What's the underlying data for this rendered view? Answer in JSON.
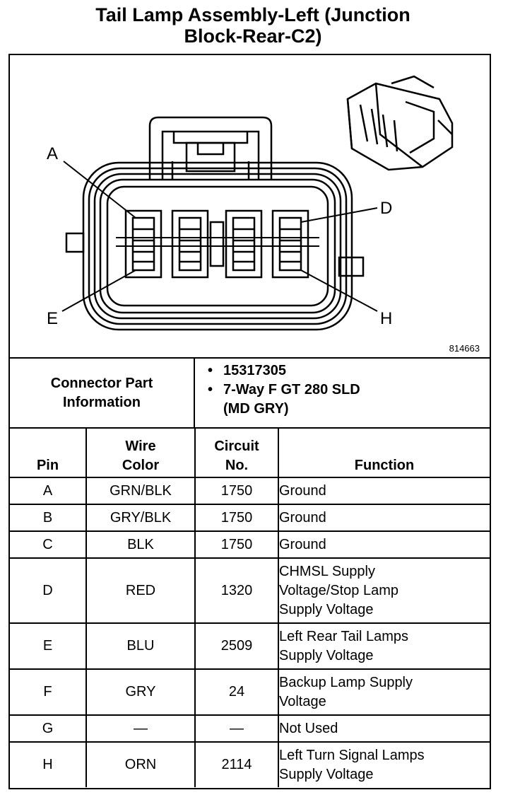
{
  "title": {
    "line1": "Tail Lamp Assembly-Left (Junction",
    "line2": "Block-Rear-C2)"
  },
  "diagram": {
    "pin_labels": {
      "a": "A",
      "d": "D",
      "e": "E",
      "h": "H"
    },
    "figure_code": "814663"
  },
  "connector_info": {
    "label_line1": "Connector Part",
    "label_line2": "Information",
    "items": [
      "15317305",
      "7-Way F GT 280 SLD",
      "(MD GRY)"
    ]
  },
  "table": {
    "headers": {
      "pin": "Pin",
      "wire_color_line1": "Wire",
      "wire_color_line2": "Color",
      "circuit_line1": "Circuit",
      "circuit_line2": "No.",
      "function": "Function"
    },
    "rows": [
      {
        "pin": "A",
        "wire": "GRN/BLK",
        "circuit": "1750",
        "function": [
          "Ground"
        ]
      },
      {
        "pin": "B",
        "wire": "GRY/BLK",
        "circuit": "1750",
        "function": [
          "Ground"
        ]
      },
      {
        "pin": "C",
        "wire": "BLK",
        "circuit": "1750",
        "function": [
          "Ground"
        ]
      },
      {
        "pin": "D",
        "wire": "RED",
        "circuit": "1320",
        "function": [
          "CHMSL Supply",
          "Voltage/Stop Lamp",
          "Supply Voltage"
        ]
      },
      {
        "pin": "E",
        "wire": "BLU",
        "circuit": "2509",
        "function": [
          "Left Rear Tail Lamps",
          "Supply Voltage"
        ]
      },
      {
        "pin": "F",
        "wire": "GRY",
        "circuit": "24",
        "function": [
          "Backup Lamp Supply",
          "Voltage"
        ]
      },
      {
        "pin": "G",
        "wire": "—",
        "circuit": "—",
        "function": [
          "Not Used"
        ]
      },
      {
        "pin": "H",
        "wire": "ORN",
        "circuit": "2114",
        "function": [
          "Left Turn Signal Lamps",
          "Supply Voltage"
        ]
      }
    ]
  }
}
